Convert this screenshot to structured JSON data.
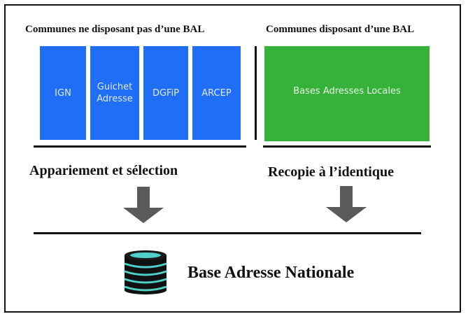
{
  "headers": {
    "left": "Communes ne disposant pas d’une BAL",
    "right": "Communes disposant d’une BAL"
  },
  "sources": {
    "ign": "IGN",
    "guichet_line1": "Guichet",
    "guichet_line2": "Adresse",
    "dgfip": "DGFiP",
    "arcep": "ARCEP",
    "bal": "Bases Adresses Locales"
  },
  "steps": {
    "left": "Appariement et sélection",
    "right": "Recopie à l’identique"
  },
  "result": {
    "title": "Base Adresse Nationale",
    "icon": "database-icon"
  },
  "colors": {
    "blue": "#1f6ef5",
    "green": "#36b23b",
    "arrow": "#5a5a5a"
  }
}
